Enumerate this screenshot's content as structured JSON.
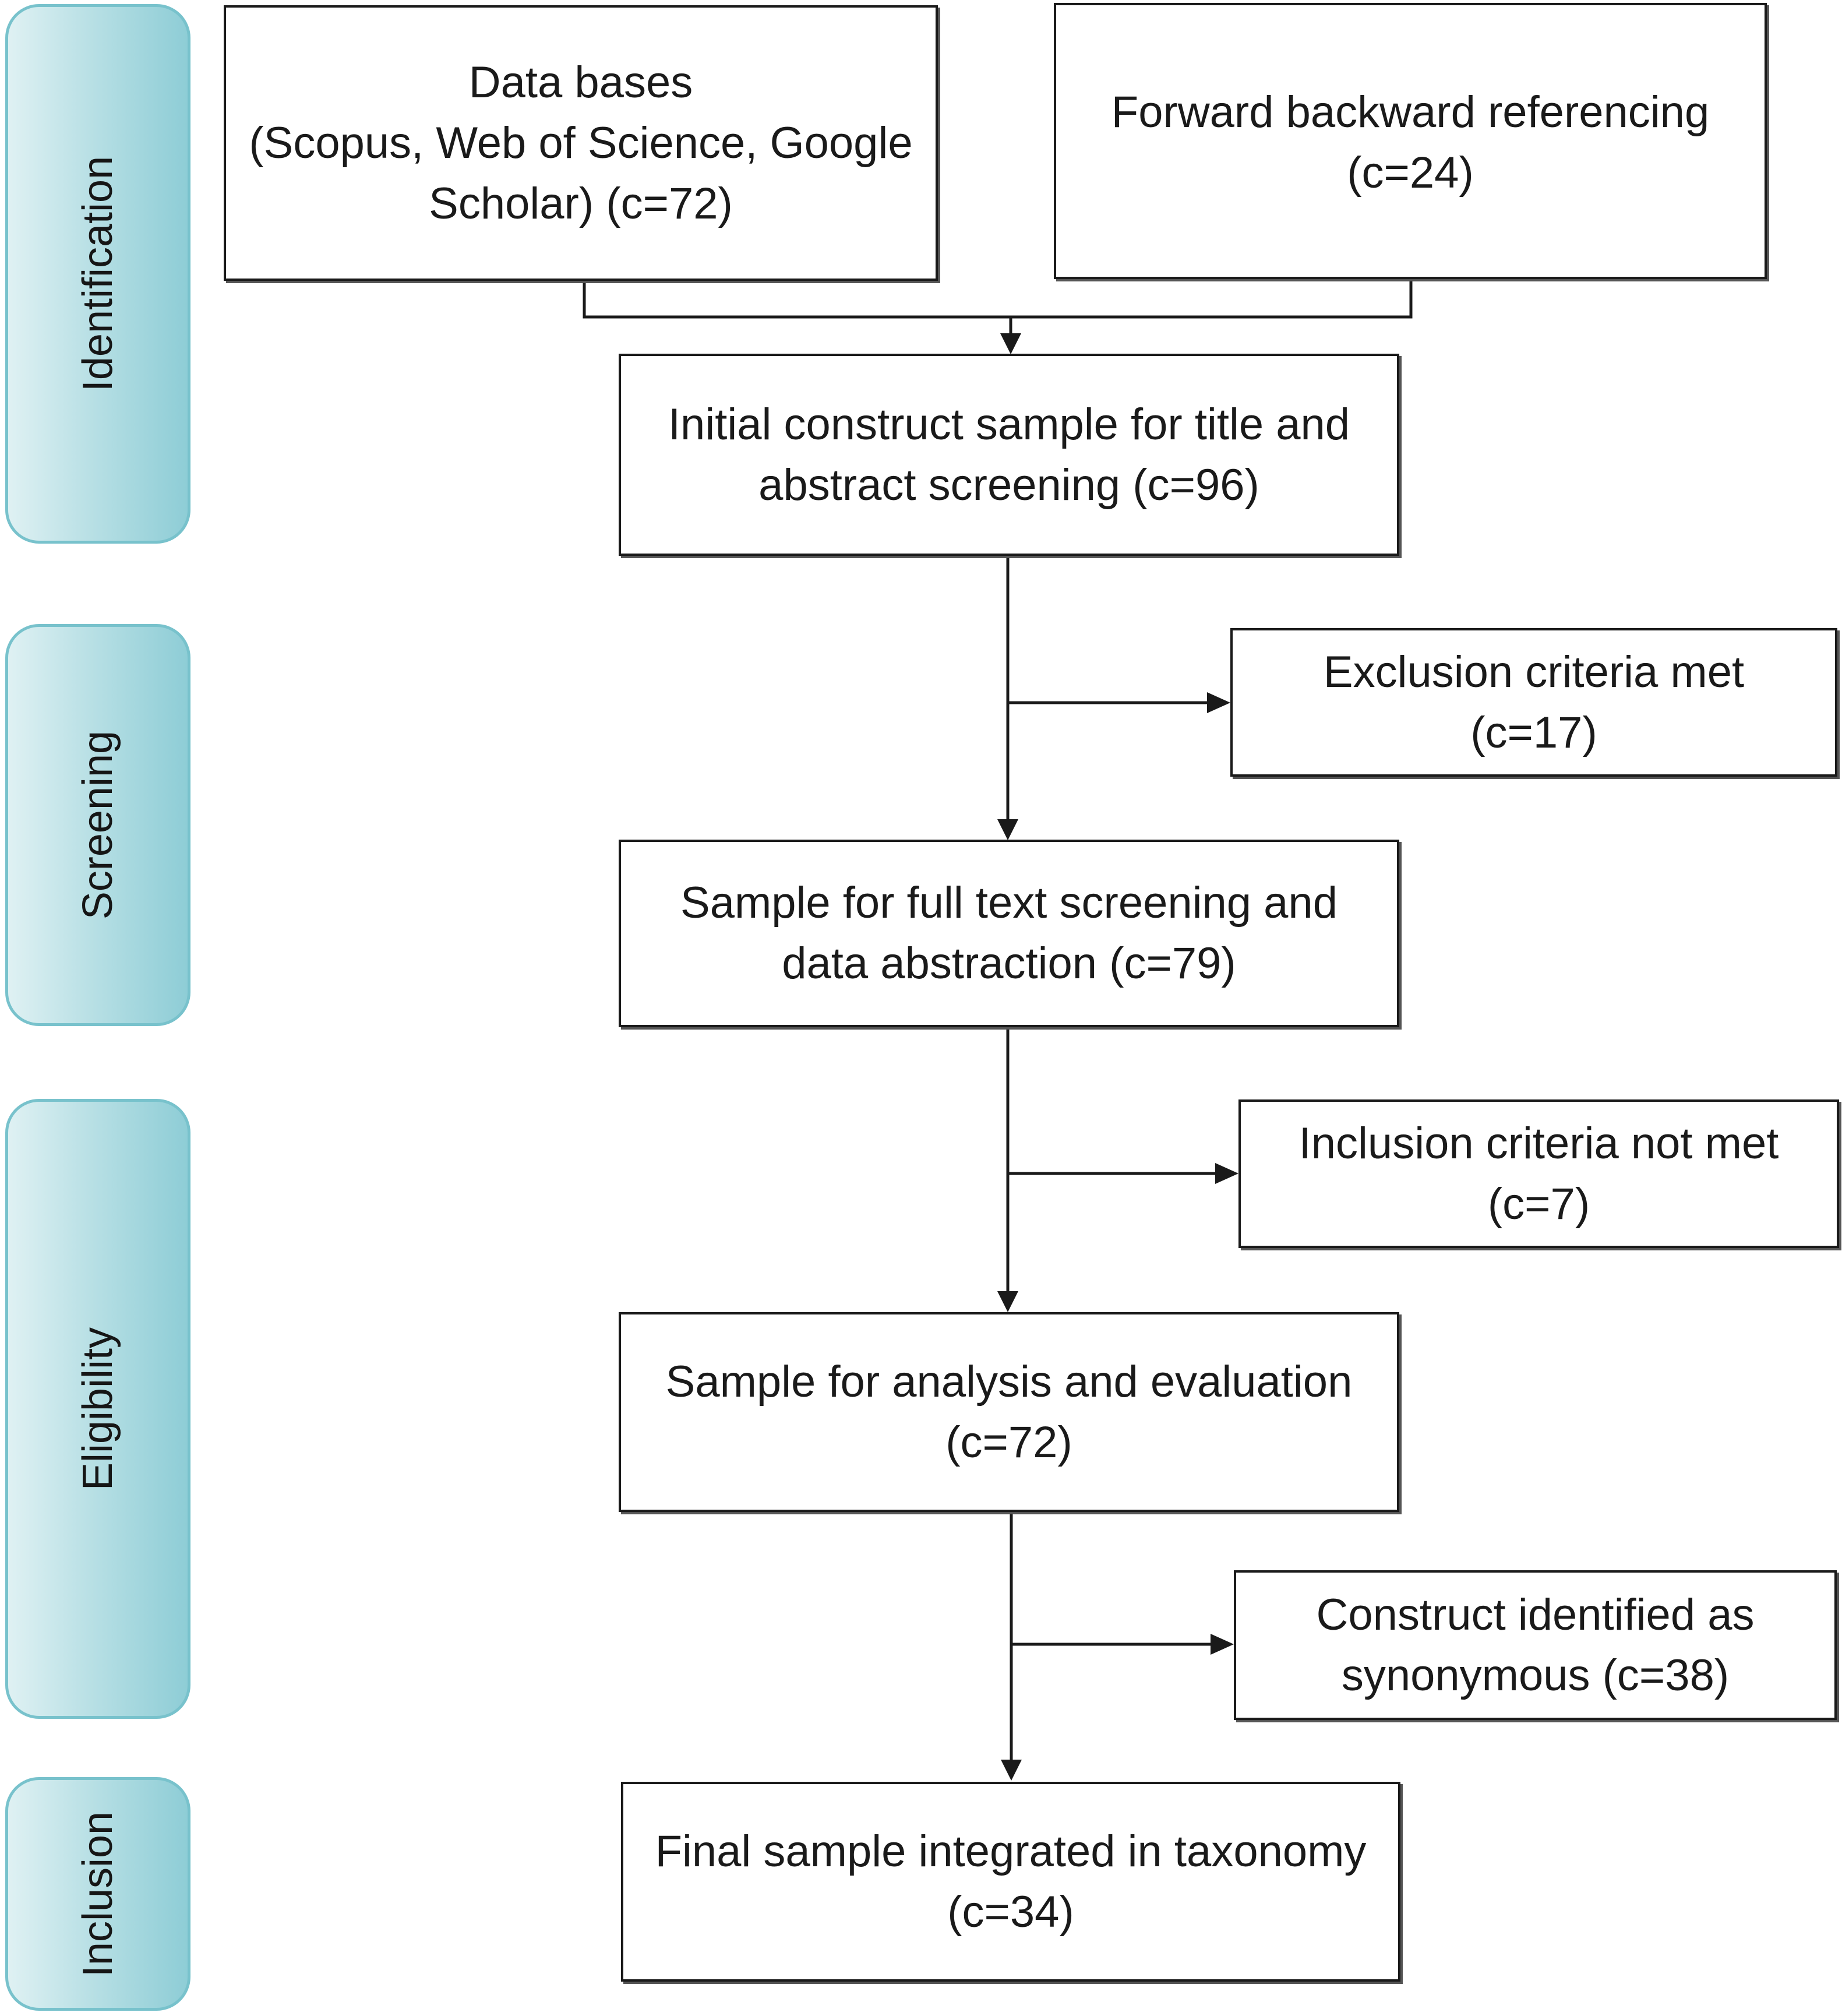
{
  "stages": {
    "identification": "Identification",
    "screening": "Screening",
    "eligibility": "Eligibility",
    "inclusion": "Inclusion"
  },
  "boxes": {
    "databases": {
      "line1": "Data bases",
      "line2": "(Scopus, Web of Science, Google",
      "line3": "Scholar) (c=72)"
    },
    "forward_backward": {
      "line1": "Forward backward referencing",
      "line2": "(c=24)"
    },
    "initial_sample": {
      "line1": "Initial construct sample for title and",
      "line2": "abstract screening (c=96)"
    },
    "exclusion": {
      "line1": "Exclusion criteria met",
      "line2": "(c=17)"
    },
    "full_text": {
      "line1": "Sample for full text screening and",
      "line2": "data abstraction  (c=79)"
    },
    "inclusion_not_met": {
      "line1": "Inclusion criteria not met",
      "line2": "(c=7)"
    },
    "analysis": {
      "line1": "Sample for analysis and evaluation",
      "line2": "(c=72)"
    },
    "synonymous": {
      "line1": "Construct identified as",
      "line2": "synonymous (c=38)"
    },
    "final": {
      "line1": "Final sample integrated in taxonomy",
      "line2": "(c=34)"
    }
  },
  "colors": {
    "stage_fill": "#a6d7de",
    "stage_border": "#78c2cc",
    "box_border": "#1a1a1a"
  }
}
